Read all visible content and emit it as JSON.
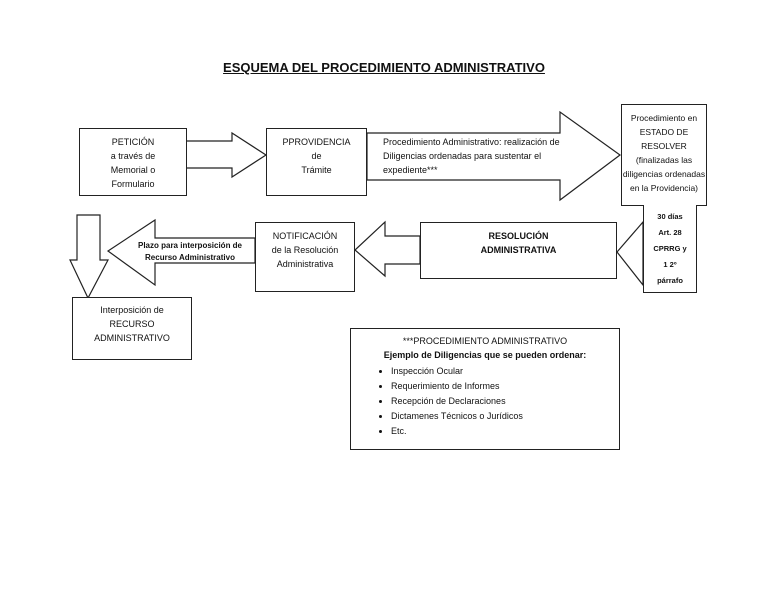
{
  "title": "ESQUEMA DEL PROCEDIMIENTO ADMINISTRATIVO",
  "peticion": [
    "PETICIÓN",
    "a través de",
    "Memorial o",
    "Formulario"
  ],
  "providencia": [
    "PPROVIDENCIA",
    "de",
    "Trámite"
  ],
  "arrow_text": [
    "Procedimiento Administrativo: realización de",
    "Diligencias ordenadas  para sustentar el",
    "expediente***"
  ],
  "estado": [
    "Procedimiento en",
    "ESTADO DE",
    "RESOLVER",
    "(finalizadas las",
    "diligencias ordenadas",
    "en la Providencia)"
  ],
  "plazo_30": [
    "30 días",
    "Art. 28",
    "CPRRG y",
    "1 2º",
    "párrafo"
  ],
  "resolucion": [
    "RESOLUCIÓN",
    "ADMINISTRATIVA"
  ],
  "notificacion": [
    "NOTIFICACIÓN",
    "de la Resolución",
    "Administrativa"
  ],
  "plazo_text": [
    "Plazo para interposición de",
    "Recurso Administrativo"
  ],
  "recurso": [
    "Interposición de",
    "RECURSO",
    "ADMINISTRATIVO"
  ],
  "ejemplo": {
    "heading": "***PROCEDIMIENTO ADMINISTRATIVO",
    "subheading": "Ejemplo de Diligencias que se pueden ordenar:",
    "items": [
      "Inspección Ocular",
      "Requerimiento de Informes",
      "Recepción de Declaraciones",
      "Dictamenes Técnicos o Jurídicos",
      "Etc."
    ]
  }
}
